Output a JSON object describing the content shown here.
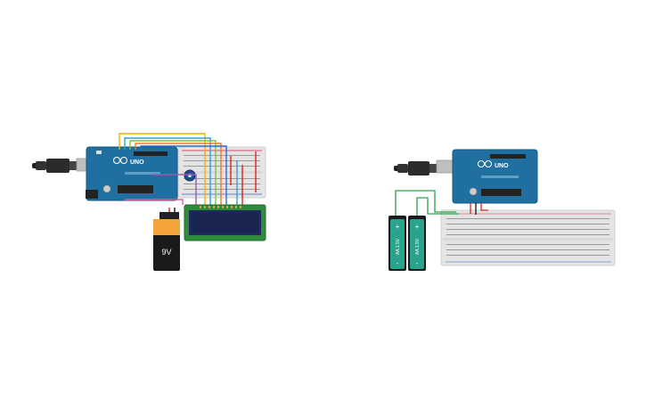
{
  "circuit_left": {
    "arduino": {
      "brand": "UNO"
    },
    "battery": {
      "label": "9V"
    }
  },
  "circuit_right": {
    "arduino": {
      "brand": "UNO"
    },
    "aa_battery_1": {
      "voltage": "AA 1.5V",
      "plus": "+",
      "minus": "-"
    },
    "aa_battery_2": {
      "voltage": "AA 1.5V",
      "plus": "+",
      "minus": "-"
    }
  },
  "colors": {
    "arduino_board": "#1f6fa0",
    "breadboard": "#e4e4e4",
    "lcd_screen": "#1e2a5a",
    "battery_green": "#2aa38d"
  }
}
